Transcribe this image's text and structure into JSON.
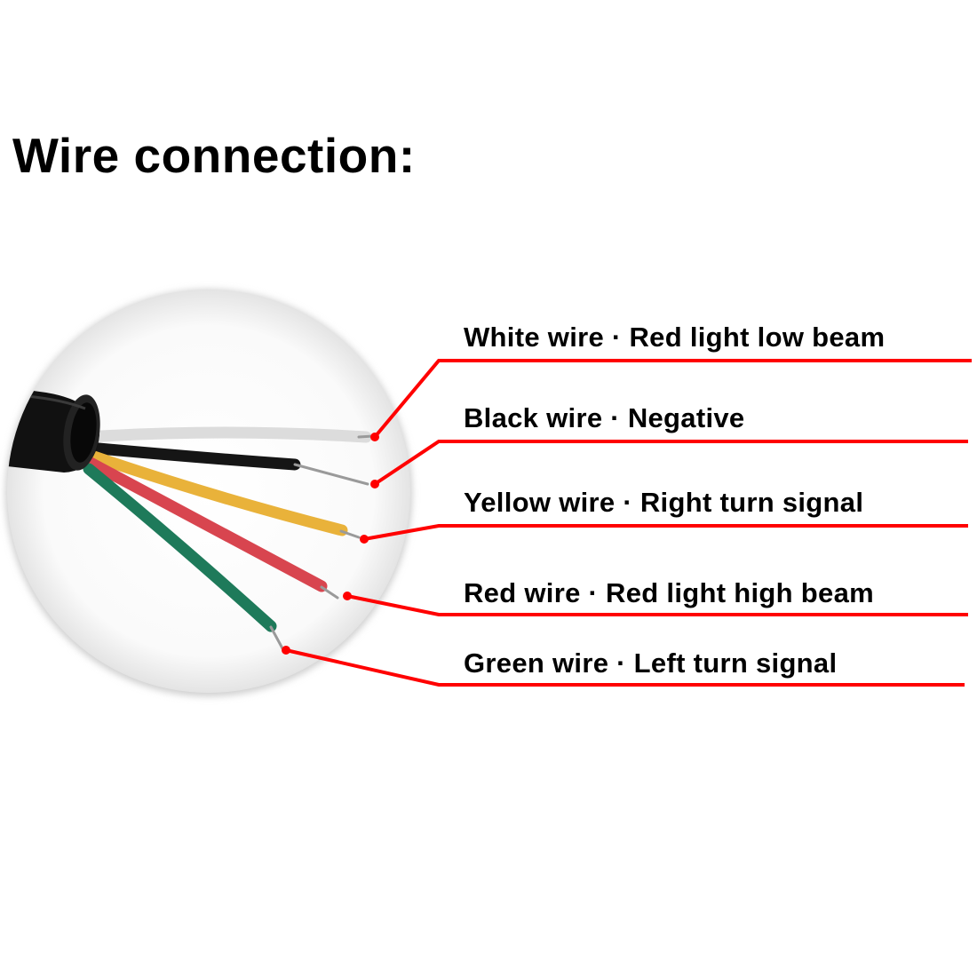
{
  "title": "Wire connection:",
  "colors": {
    "leader": "#ff0000",
    "cable_jacket": "#111111",
    "background": "#ffffff"
  },
  "wires": [
    {
      "color_name": "White wire",
      "function": "Red light low beam",
      "label": "White wire · Red light low beam",
      "wire_color": "#dcdcdc"
    },
    {
      "color_name": "Black wire",
      "function": "Negative",
      "label": "Black wire · Negative",
      "wire_color": "#151515"
    },
    {
      "color_name": "Yellow wire",
      "function": "Right turn signal",
      "label": "Yellow wire · Right turn signal",
      "wire_color": "#e9b23a"
    },
    {
      "color_name": "Red wire",
      "function": "Red light high beam",
      "label": "Red wire · Red light high beam",
      "wire_color": "#d8454f"
    },
    {
      "color_name": "Green wire",
      "function": "Left turn signal",
      "label": "Green wire · Left turn signal",
      "wire_color": "#1e7a5a"
    }
  ]
}
